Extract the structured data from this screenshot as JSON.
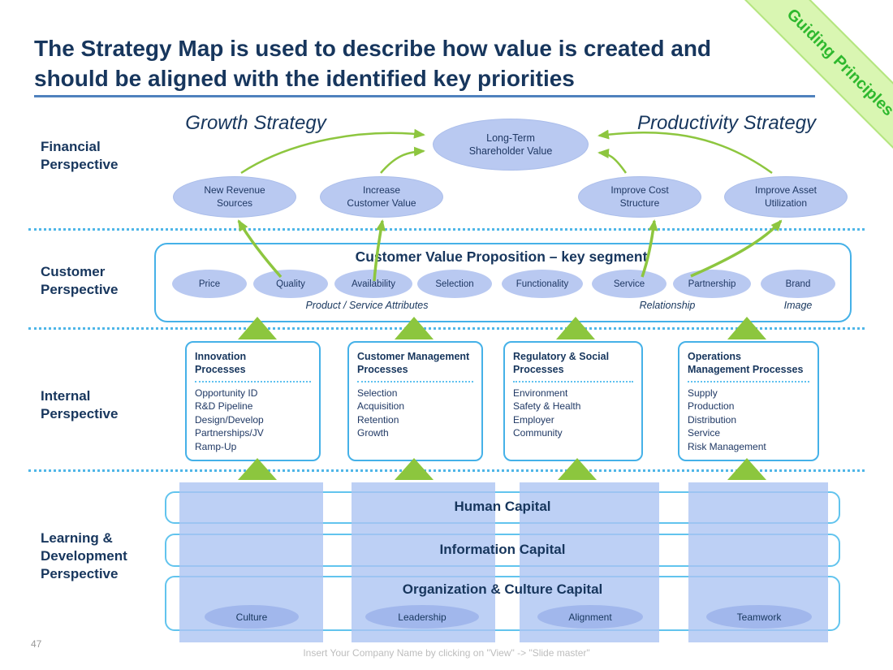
{
  "palette": {
    "navy_text": "#17365d",
    "ellipse_fill": "#b9c9f1",
    "box_border_blue": "#45b1e8",
    "separator_blue": "#4fb6e8",
    "arrow_green": "#8dc63f",
    "ribbon_bg": "#d9f6b2",
    "ribbon_text": "#2eb82e",
    "title_rule_blue": "#4f81bd",
    "column_fill": "#c4d3f6"
  },
  "ribbon": {
    "label": "Guiding Principles"
  },
  "header": {
    "title": "The Strategy Map is used to describe how value is created and\nshould be aligned with the identified key priorities"
  },
  "perspectives": {
    "financial": "Financial\nPerspective",
    "customer": "Customer\nPerspective",
    "internal": "Internal\nPerspective",
    "learning": "Learning &\nDevelopment\nPerspective"
  },
  "financial": {
    "growth_strategy_label": "Growth Strategy",
    "productivity_strategy_label": "Productivity Strategy",
    "nodes": {
      "long_term": "Long-Term\nShareholder Value",
      "new_revenue": "New Revenue\nSources",
      "increase_customer": "Increase\nCustomer Value",
      "improve_cost": "Improve Cost\nStructure",
      "improve_asset": "Improve Asset\nUtilization"
    }
  },
  "customer": {
    "title": "Customer Value Proposition – key segment",
    "attributes": [
      "Price",
      "Quality",
      "Availability",
      "Selection",
      "Functionality",
      "Service",
      "Partnership",
      "Brand"
    ],
    "group_labels": {
      "product_service": "Product / Service Attributes",
      "relationship": "Relationship",
      "image": "Image"
    }
  },
  "internal": {
    "boxes": [
      {
        "title": "Innovation\nProcesses",
        "items": [
          "Opportunity ID",
          "R&D Pipeline",
          "Design/Develop",
          "Partnerships/JV",
          "Ramp-Up"
        ]
      },
      {
        "title": "Customer Management\nProcesses",
        "items": [
          "Selection",
          "Acquisition",
          "Retention",
          "Growth"
        ]
      },
      {
        "title": "Regulatory & Social\nProcesses",
        "items": [
          "Environment",
          "Safety & Health",
          "Employer",
          "Community"
        ]
      },
      {
        "title": "Operations\nManagement Processes",
        "items": [
          "Supply",
          "Production",
          "Distribution",
          "Service",
          "Risk Management"
        ]
      }
    ]
  },
  "learning": {
    "bars": [
      "Human Capital",
      "Information Capital",
      "Organization & Culture Capital"
    ],
    "bubbles": [
      "Culture",
      "Leadership",
      "Alignment",
      "Teamwork"
    ]
  },
  "footer": {
    "page_number": "47",
    "note": "Insert Your Company Name by clicking on \"View\" -> \"Slide master\""
  }
}
